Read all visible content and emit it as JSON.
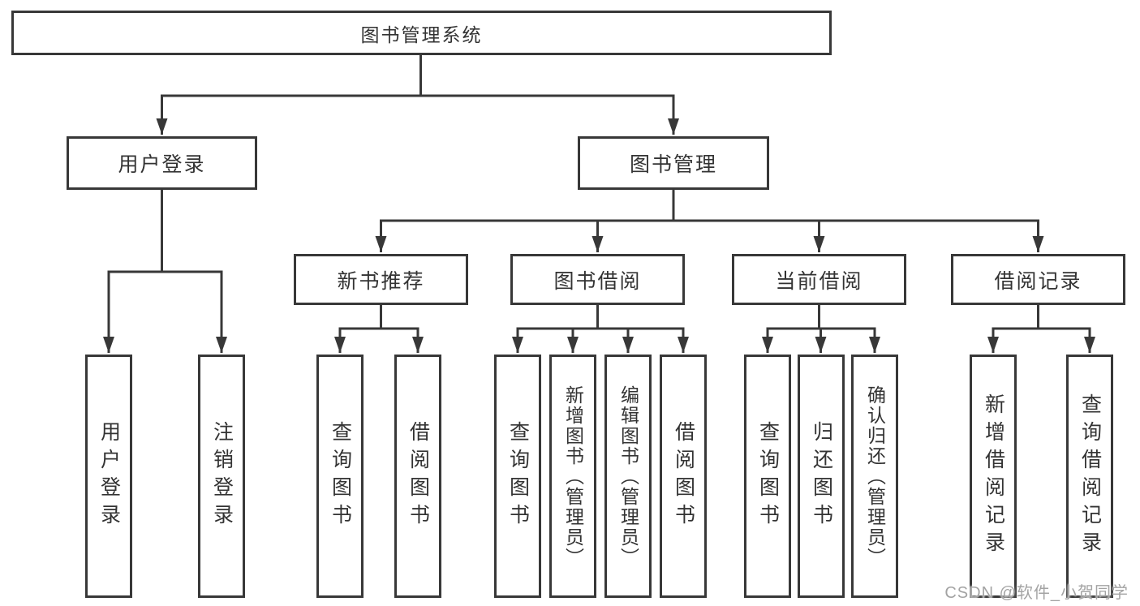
{
  "diagram": {
    "root": {
      "label": "图书管理系统"
    },
    "level2": {
      "user_login": {
        "label": "用户登录"
      },
      "book_mgmt": {
        "label": "图书管理"
      }
    },
    "level3": {
      "new_books": {
        "label": "新书推荐"
      },
      "book_borrow": {
        "label": "图书借阅"
      },
      "current_borrow": {
        "label": "当前借阅"
      },
      "borrow_records": {
        "label": "借阅记录"
      }
    },
    "leaves": {
      "user_login": [
        "用户登录",
        "注销登录"
      ],
      "new_books": [
        "查询图书",
        "借阅图书"
      ],
      "book_borrow": [
        "查询图书",
        "新增图书（管理员）",
        "编辑图书（管理员）",
        "借阅图书"
      ],
      "current_borrow": [
        "查询图书",
        "归还图书",
        "确认归还（管理员）"
      ],
      "borrow_records": [
        "新增借阅记录",
        "查询借阅记录"
      ]
    }
  },
  "watermark": {
    "label": "CSDN @软件_小贺同学"
  },
  "colors": {
    "line": "#383838",
    "border": "#383838",
    "text": "#333333",
    "watermark_text": "#a3a3a3",
    "background": "#ffffff"
  }
}
